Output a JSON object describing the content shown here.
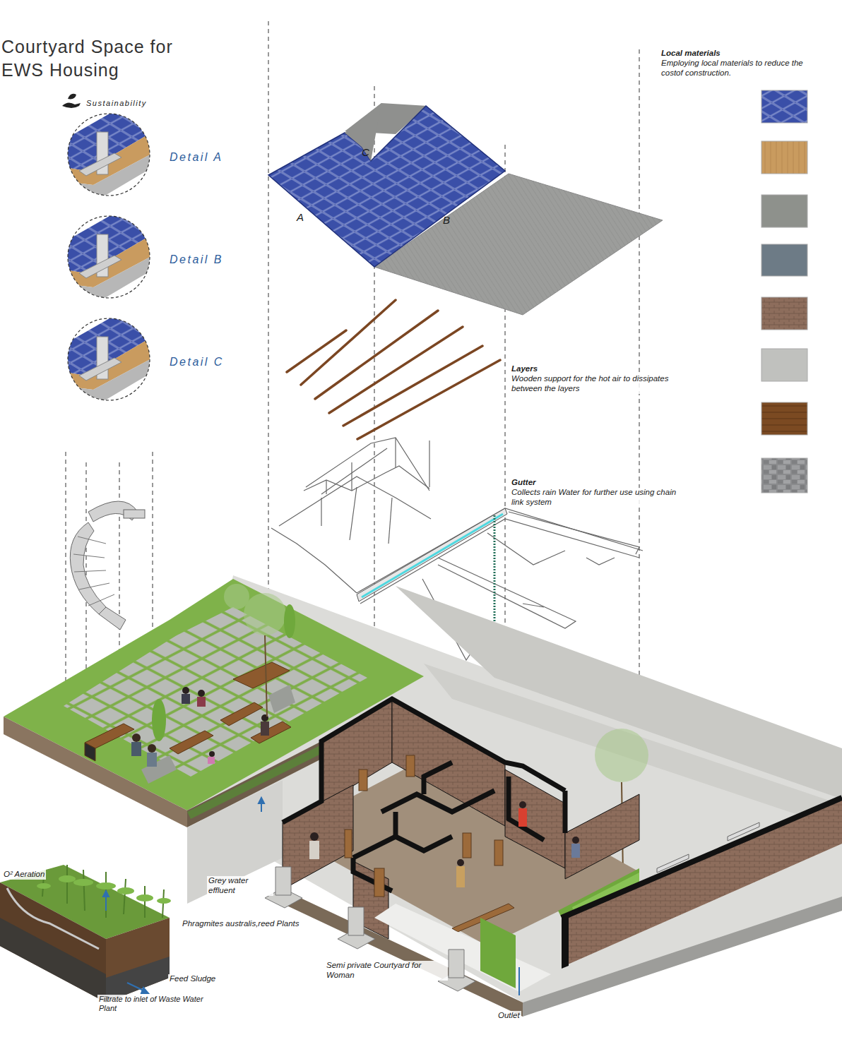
{
  "diagram": {
    "title": "Courtyard Space for EWS Housing",
    "nodes": [
      {
        "text": [
          "Detail A"
        ]
      },
      {
        "text": [
          "Detail B"
        ]
      },
      {
        "text": [
          "Detail C"
        ]
      }
    ],
    "edges": [],
    "labels": [
      "Sustainability",
      "C",
      "A",
      "B",
      "Local materials",
      "Employing local materials to reduce the costof construction.",
      "Layers",
      "Wooden support for the hot air to dissipates between the layers",
      "Gutter",
      "Collects rain Water for further use using chain link system",
      "O² Aeration",
      "Grey water effluent",
      "Phragmites australis,reed Plants",
      "Feed Sludge",
      "Filtrate to inlet of Waste Water Plant",
      "Semi private Courtyard for Woman",
      "Outlet"
    ]
  }
}
